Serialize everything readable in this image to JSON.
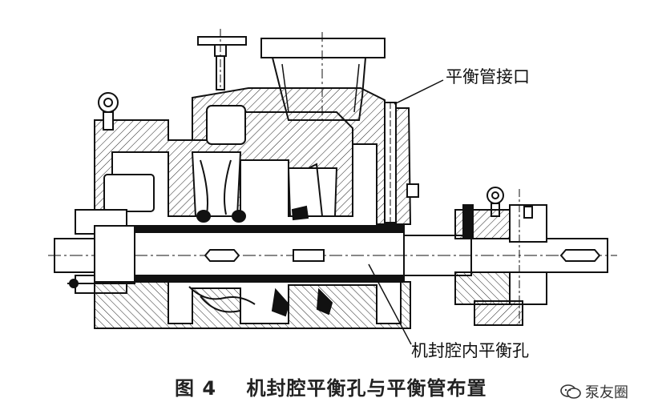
{
  "labels": {
    "balance_pipe_port": "平衡管接口",
    "seal_chamber_hole": "机封腔内平衡孔"
  },
  "caption": {
    "figure_no": "图 4",
    "title": "机封腔平衡孔与平衡管布置"
  },
  "watermark": {
    "icon": "wechat-icon",
    "text": "泵友圈"
  }
}
